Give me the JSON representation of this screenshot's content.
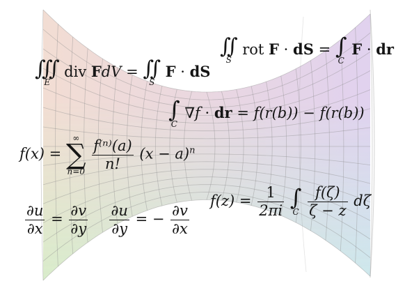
{
  "colors": {
    "surface_left": "#f3d9c7",
    "surface_right": "#d9c8ef",
    "surface_bottom_left": "#d6efc5",
    "surface_bottom_right": "#c9ecef",
    "grid_line": "#8f8f8f",
    "text": "#151515"
  },
  "formulas": {
    "divergence": {
      "integral": "∭",
      "domain": "E",
      "operator": "div",
      "field": "F",
      "d": "d",
      "var": "V",
      "eq": "=",
      "surface_integral": "∬",
      "surface": "S",
      "dot": "·",
      "dS": "dS"
    },
    "stokes": {
      "surface_integral": "∬",
      "surface": "S",
      "operator": "rot",
      "field": "F",
      "dot": "·",
      "dS": "dS",
      "eq": "=",
      "line_integral": "∫",
      "curve": "C",
      "field2": "F",
      "dot2": "·",
      "dr": "dr"
    },
    "gradient": {
      "line_integral": "∫",
      "curve": "C",
      "nabla": "∇",
      "f": "f",
      "dot": "·",
      "dr": "dr",
      "rhs": "= f(r(b)) − f(r(b))"
    },
    "taylor": {
      "lhs": "f(x) =",
      "sum": "∑",
      "upper": "∞",
      "lower": "n=0",
      "num": "f⁽ⁿ⁾(a)",
      "den": "n!",
      "tail": "(x − a)",
      "exp": "n"
    },
    "cauchy_integral": {
      "lhs": "f(z) =",
      "num": "1",
      "den": "2πi",
      "integral": "∫",
      "curve": "C",
      "num2": "f(ζ)",
      "den2": "ζ − z",
      "tail": "dζ"
    },
    "cauchy_riemann": {
      "n1": "∂u",
      "d1": "∂x",
      "eq1": "=",
      "n2": "∂v",
      "d2": "∂y",
      "n3": "∂u",
      "d3": "∂y",
      "eq2": "= −",
      "n4": "∂v",
      "d4": "∂x"
    }
  }
}
